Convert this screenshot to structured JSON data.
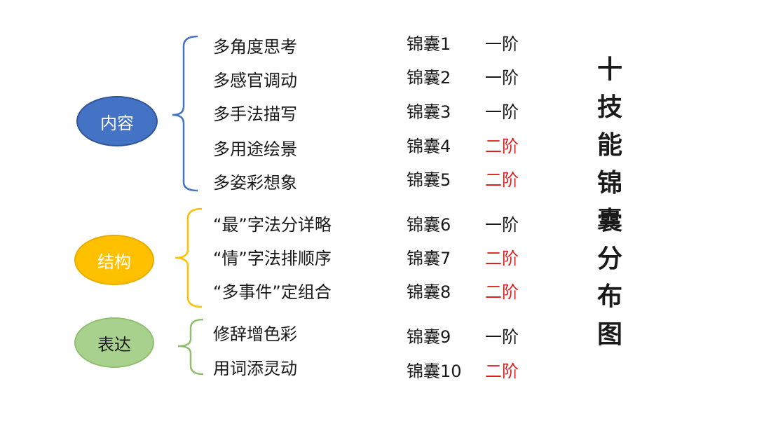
{
  "categories": [
    {
      "id": "content",
      "label": "内容",
      "color": "#4472c4",
      "rows": [
        {
          "skill": "多角度思考",
          "kit": "锦囊1",
          "level": "一阶"
        },
        {
          "skill": "多感官调动",
          "kit": "锦囊2",
          "level": "一阶"
        },
        {
          "skill": "多手法描写",
          "kit": "锦囊3",
          "level": "一阶"
        },
        {
          "skill": "多用途绘景",
          "kit": "锦囊4",
          "level": "二阶"
        },
        {
          "skill": "多姿彩想象",
          "kit": "锦囊5",
          "level": "二阶"
        }
      ]
    },
    {
      "id": "structure",
      "label": "结构",
      "color": "#ffc000",
      "rows": [
        {
          "skill": "“最”字法分详略",
          "kit": "锦囊6",
          "level": "一阶"
        },
        {
          "skill": "“情”字法排顺序",
          "kit": "锦囊7",
          "level": "二阶"
        },
        {
          "skill": "“多事件”定组合",
          "kit": "锦囊8",
          "level": "二阶"
        }
      ]
    },
    {
      "id": "expression",
      "label": "表达",
      "color": "#a9d18e",
      "rows": [
        {
          "skill": "修辞增色彩",
          "kit": "锦囊9",
          "level": "一阶"
        },
        {
          "skill": "用词添灵动",
          "kit": "锦囊10",
          "level": "二阶"
        }
      ]
    }
  ],
  "colors": {
    "level_one": "#1a1a1a",
    "level_two": "#e02020"
  },
  "title_chars": [
    "十",
    "技",
    "能",
    "锦",
    "囊",
    "分",
    "布",
    "图"
  ]
}
